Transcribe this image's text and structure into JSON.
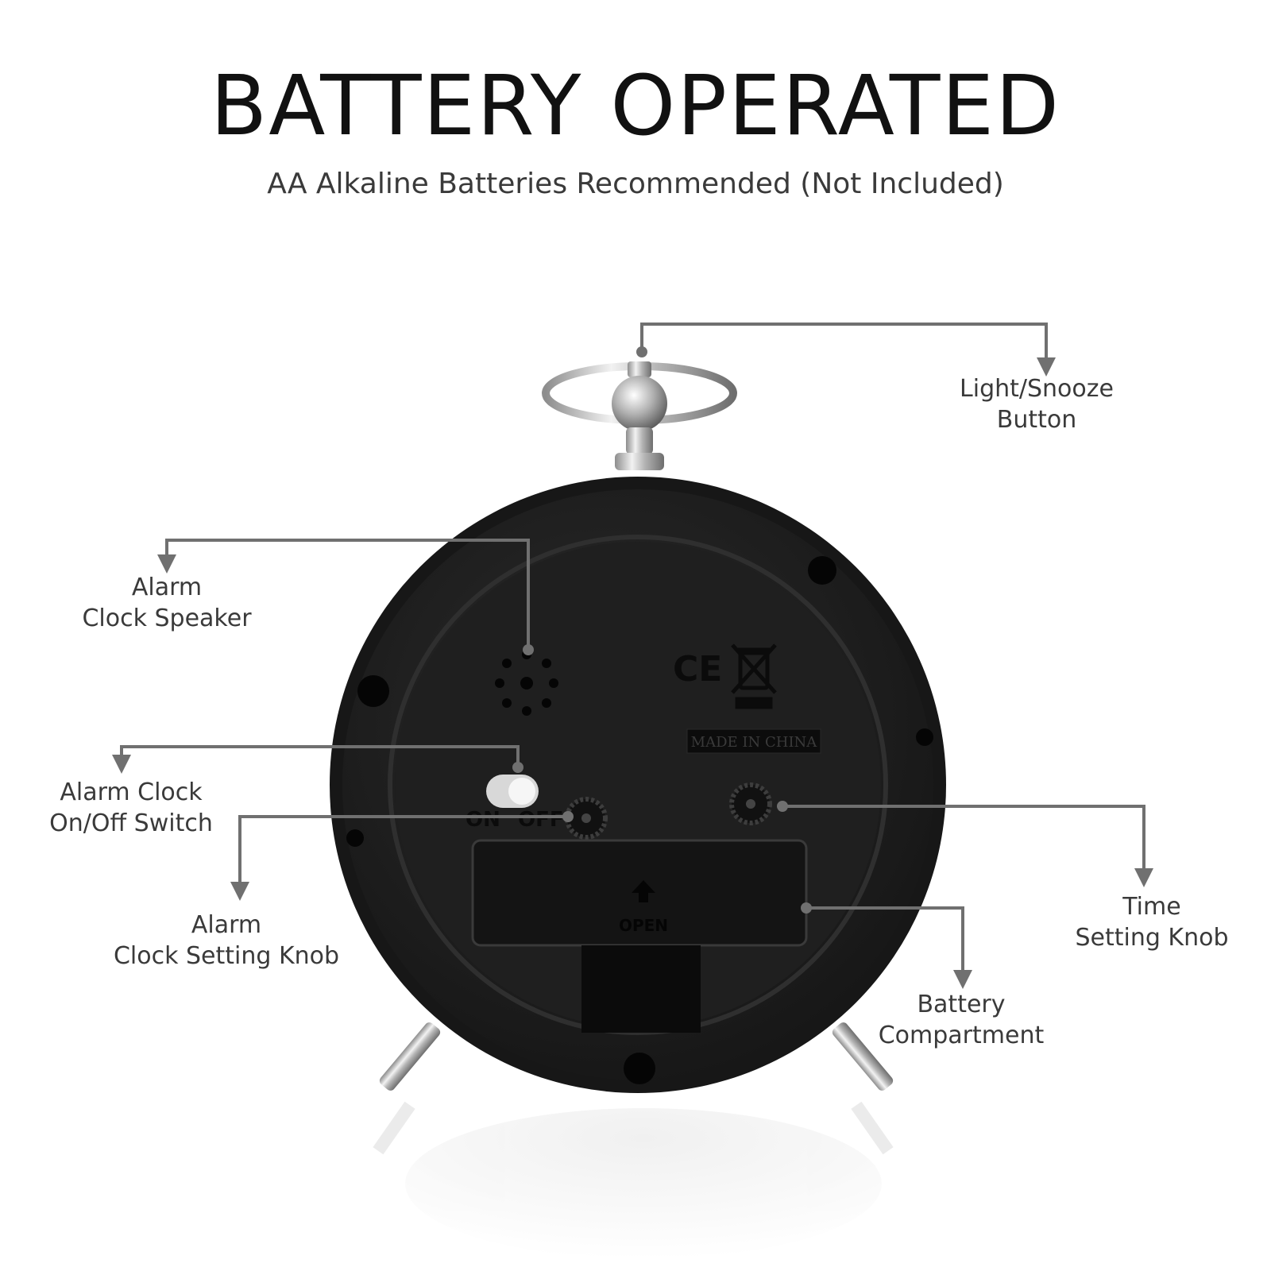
{
  "header": {
    "title": "BATTERY OPERATED",
    "subtitle": "AA Alkaline Batteries Recommended (Not Included)"
  },
  "clock": {
    "marks": {
      "made_in": "MADE IN CHINA",
      "open_label": "OPEN",
      "switch_on": "ON",
      "switch_off": "OFF",
      "ce_mark": "CE"
    }
  },
  "callouts": {
    "light_snooze": {
      "line1": "Light/Snooze",
      "line2": "Button"
    },
    "speaker": {
      "line1": "Alarm",
      "line2": "Clock Speaker"
    },
    "switch": {
      "line1": "Alarm Clock",
      "line2": "On/Off Switch"
    },
    "alarm_knob": {
      "line1": "Alarm",
      "line2": "Clock Setting Knob"
    },
    "time_knob": {
      "line1": "Time",
      "line2": "Setting Knob"
    },
    "battery": {
      "line1": "Battery",
      "line2": "Compartment"
    }
  },
  "colors": {
    "leader": "#707070",
    "clock_body": "#1c1c1c",
    "chrome": "#c9c9c9"
  }
}
